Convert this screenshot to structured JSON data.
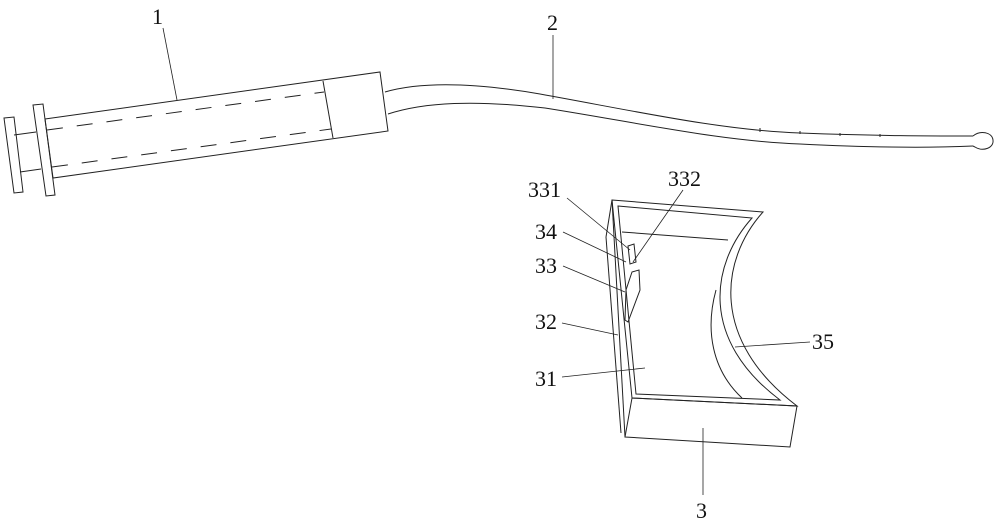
{
  "labels": {
    "l1": "1",
    "l2": "2",
    "l3": "3",
    "l31": "31",
    "l32": "32",
    "l33": "33",
    "l34": "34",
    "l35": "35",
    "l331": "331",
    "l332": "332"
  },
  "colors": {
    "stroke": "#222222",
    "background": "#ffffff"
  }
}
